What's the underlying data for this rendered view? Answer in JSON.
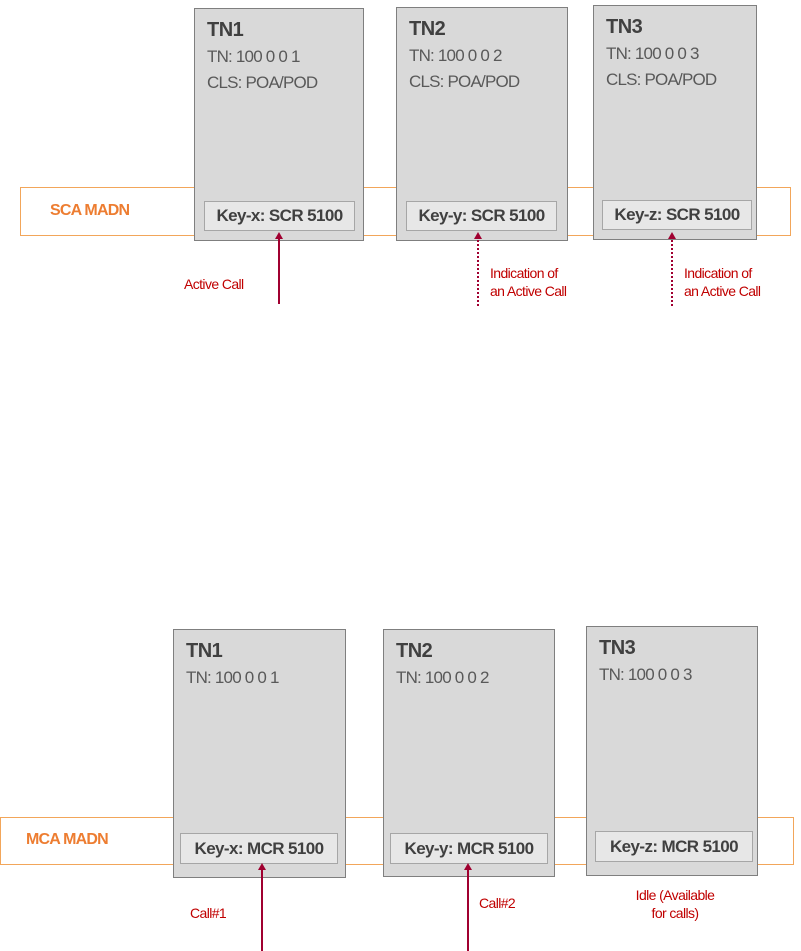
{
  "sca": {
    "madn_label": "SCA MADN",
    "phones": [
      {
        "name": "TN1",
        "tn": "TN: 100 0 0 1",
        "cls": "CLS: POA/POD",
        "key": "Key-x: SCR 5100"
      },
      {
        "name": "TN2",
        "tn": "TN: 100 0 0 2",
        "cls": "CLS: POA/POD",
        "key": "Key-y: SCR 5100"
      },
      {
        "name": "TN3",
        "tn": "TN: 100 0 0 3",
        "cls": "CLS: POA/POD",
        "key": "Key-z: SCR 5100"
      }
    ],
    "notes": [
      {
        "text": "Active Call",
        "style": "solid"
      },
      {
        "line1": "Indication of",
        "line2": "an Active Call",
        "style": "dotted"
      },
      {
        "line1": "Indication of",
        "line2": "an Active Call",
        "style": "dotted"
      }
    ]
  },
  "mca": {
    "madn_label": "MCA MADN",
    "phones": [
      {
        "name": "TN1",
        "tn": "TN: 100 0 0 1",
        "key": "Key-x: MCR 5100"
      },
      {
        "name": "TN2",
        "tn": "TN: 100 0 0 2",
        "key": "Key-y: MCR 5100"
      },
      {
        "name": "TN3",
        "tn": "TN: 100 0 0 3",
        "key": "Key-z: MCR 5100"
      }
    ],
    "notes": [
      {
        "text": "Call#1"
      },
      {
        "text": "Call#2"
      },
      {
        "line1": "Idle (Available",
        "line2": "for calls)"
      }
    ]
  }
}
